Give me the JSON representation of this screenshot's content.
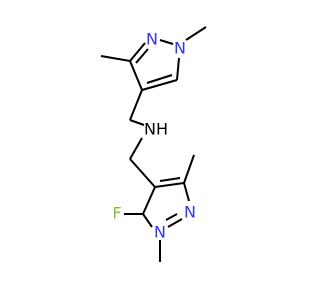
{
  "colors": {
    "bond": "#000000",
    "nitrogen": "#3333ff",
    "fluorine": "#8fbc3f",
    "background": "#ffffff"
  },
  "atoms": {
    "n_top_pyrazole_2": {
      "text": "N",
      "color_key": "nitrogen"
    },
    "n_top_pyrazole_1": {
      "text": "N",
      "color_key": "nitrogen"
    },
    "n_amine": {
      "text": "NH",
      "color_key": "bond"
    },
    "f_substituent": {
      "text": "F",
      "color_key": "fluorine"
    },
    "n_bottom_pyrazole_2": {
      "text": "N",
      "color_key": "nitrogen"
    },
    "n_bottom_pyrazole_1": {
      "text": "N",
      "color_key": "nitrogen"
    }
  }
}
